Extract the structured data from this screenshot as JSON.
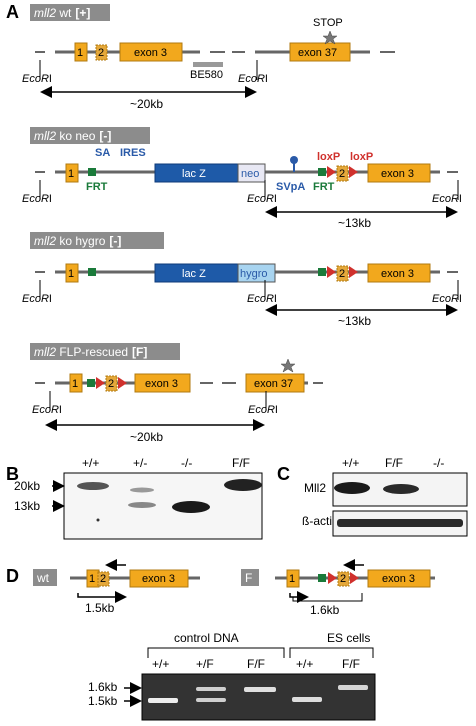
{
  "colors": {
    "exon": "#F2A81D",
    "exon_edge": "#B07A10",
    "exon_small": "#E5A83A",
    "lacz": "#1E5AA8",
    "neo": "#E8E8F4",
    "hygro": "#A8D4F0",
    "frt": "#1A7A3A",
    "loxp": "#D0312D",
    "header_bg": "#8C8C8C",
    "gel_dark": "#333333",
    "line": "#666666",
    "svpa": "#2A5AA8"
  },
  "panels": {
    "A": "A",
    "B": "B",
    "C": "C",
    "D": "D"
  },
  "alleles": [
    {
      "name": "mll2",
      "suffix": " wt",
      "badge": "[+]"
    },
    {
      "name": "mll2",
      "suffix": " ko neo",
      "badge": "[-]"
    },
    {
      "name": "mll2",
      "suffix": " ko hygro",
      "badge": "[-]"
    },
    {
      "name": "mll2",
      "suffix": " FLP-rescued",
      "badge": "[F]"
    }
  ],
  "labels": {
    "exon1": "1",
    "exon2": "2",
    "exon3": "exon 3",
    "exon37": "exon 37",
    "stop": "STOP",
    "be580": "BE580",
    "ecor": "EcoR",
    "ecori_suffix": "I",
    "sa": "SA",
    "ires": "IRES",
    "lacz": "lac Z",
    "neo": "neo",
    "hygro": "hygro",
    "frt": "FRT",
    "svpa": "SVpA",
    "loxp": "loxP",
    "size_20": "~20kb",
    "size_13": "~13kb"
  },
  "panelB": {
    "lanes": [
      "+/+",
      "+/-",
      "-/-",
      "F/F"
    ],
    "markers": [
      "20kb",
      "13kb"
    ]
  },
  "panelC": {
    "lanes": [
      "+/+",
      "F/F",
      "-/-"
    ],
    "rows": [
      "Mll2",
      "ß-actin"
    ]
  },
  "panelD": {
    "wt_tag": "wt",
    "f_tag": "F",
    "wt_size": "1.5kb",
    "f_size": "1.6kb",
    "groups": [
      "control DNA",
      "ES cells"
    ],
    "lanes": [
      "+/+",
      "+/F",
      "F/F",
      "+/+",
      "F/F"
    ],
    "markers": [
      "1.6kb",
      "1.5kb"
    ]
  }
}
